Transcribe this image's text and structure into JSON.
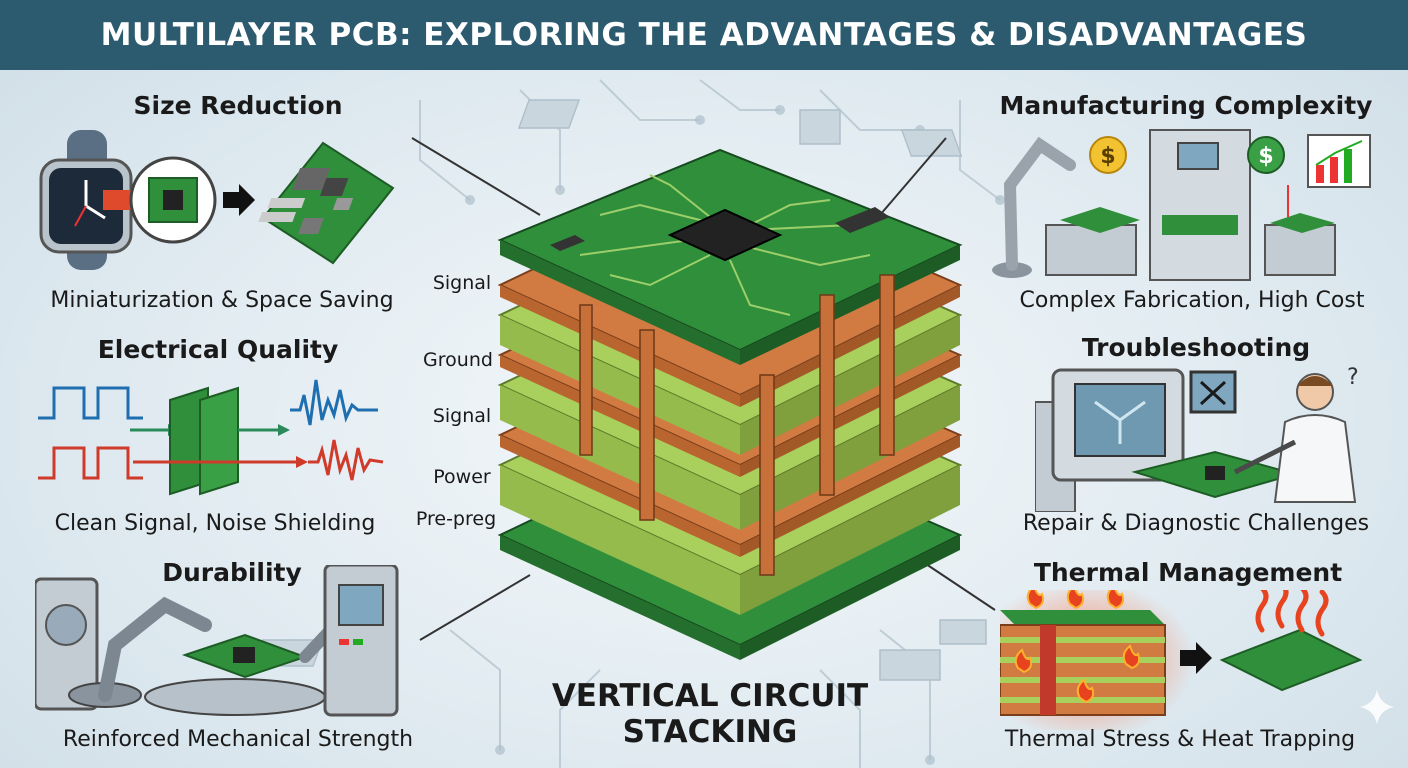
{
  "title": "MULTILAYER PCB: EXPLORING THE ADVANTAGES & DISADVANTAGES",
  "advantages": [
    {
      "heading": "Size Reduction",
      "caption": "Miniaturization & Space Saving"
    },
    {
      "heading": "Electrical Quality",
      "caption": "Clean Signal, Noise Shielding"
    },
    {
      "heading": "Durability",
      "caption": "Reinforced Mechanical Strength"
    }
  ],
  "disadvantages": [
    {
      "heading": "Manufacturing Complexity",
      "caption": "Complex Fabrication, High Cost"
    },
    {
      "heading": "Troubleshooting",
      "caption": "Repair & Diagnostic Challenges"
    },
    {
      "heading": "Thermal Management",
      "caption": "Thermal Stress & Heat Trapping"
    }
  ],
  "layers": [
    "Signal",
    "Ground",
    "Signal",
    "Power",
    "Pre-preg"
  ],
  "stack_title": {
    "line1": "VERTICAL CIRCUIT",
    "line2": "STACKING"
  },
  "colors": {
    "banner": "#2c5a6e",
    "pcb_green": "#2f8f3a",
    "copper": "#c8703a",
    "prepreg": "#a9cf5c"
  }
}
